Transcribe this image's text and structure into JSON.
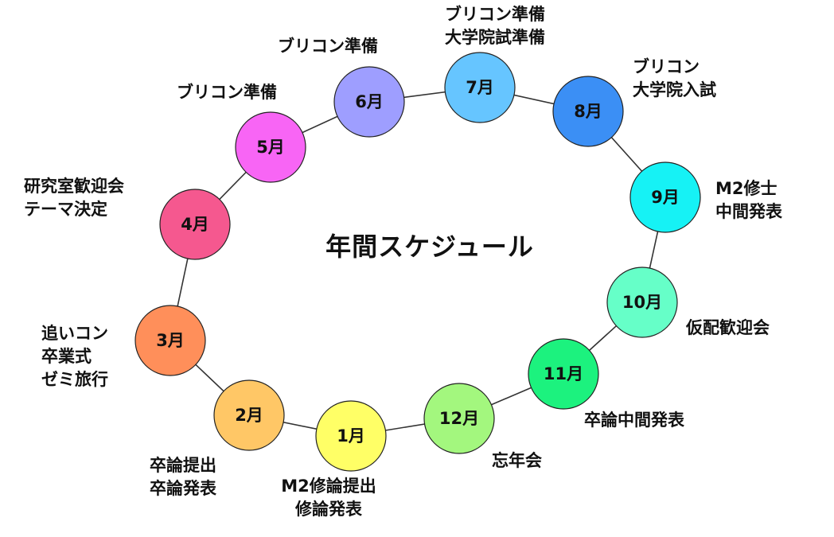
{
  "title": "年間スケジュール",
  "months": [
    {
      "label": "1月",
      "color": "#FFFF66",
      "events": [
        "M2修論提出",
        "修論発表"
      ]
    },
    {
      "label": "2月",
      "color": "#FFC766",
      "events": [
        "卒論提出",
        "卒論発表"
      ]
    },
    {
      "label": "3月",
      "color": "#FF8F5A",
      "events": [
        "追いコン",
        "卒業式",
        "ゼミ旅行"
      ]
    },
    {
      "label": "4月",
      "color": "#F5588F",
      "events": [
        "研究室歓迎会",
        "テーマ決定"
      ]
    },
    {
      "label": "5月",
      "color": "#F865F5",
      "events": [
        "ブリコン準備"
      ]
    },
    {
      "label": "6月",
      "color": "#9E9EFF",
      "events": [
        "ブリコン準備"
      ]
    },
    {
      "label": "7月",
      "color": "#66C5FF",
      "events": [
        "ブリコン準備",
        "大学院試準備"
      ]
    },
    {
      "label": "8月",
      "color": "#3B8FF5",
      "events": [
        "ブリコン",
        "大学院入試"
      ]
    },
    {
      "label": "9月",
      "color": "#16F2F5",
      "events": [
        "M2修士",
        "中間発表"
      ]
    },
    {
      "label": "10月",
      "color": "#66FFC8",
      "events": [
        "仮配歓迎会"
      ]
    },
    {
      "label": "11月",
      "color": "#1CF27E",
      "events": [
        "卒論中間発表"
      ]
    },
    {
      "label": "12月",
      "color": "#A3F77E",
      "events": [
        "忘年会"
      ]
    }
  ]
}
